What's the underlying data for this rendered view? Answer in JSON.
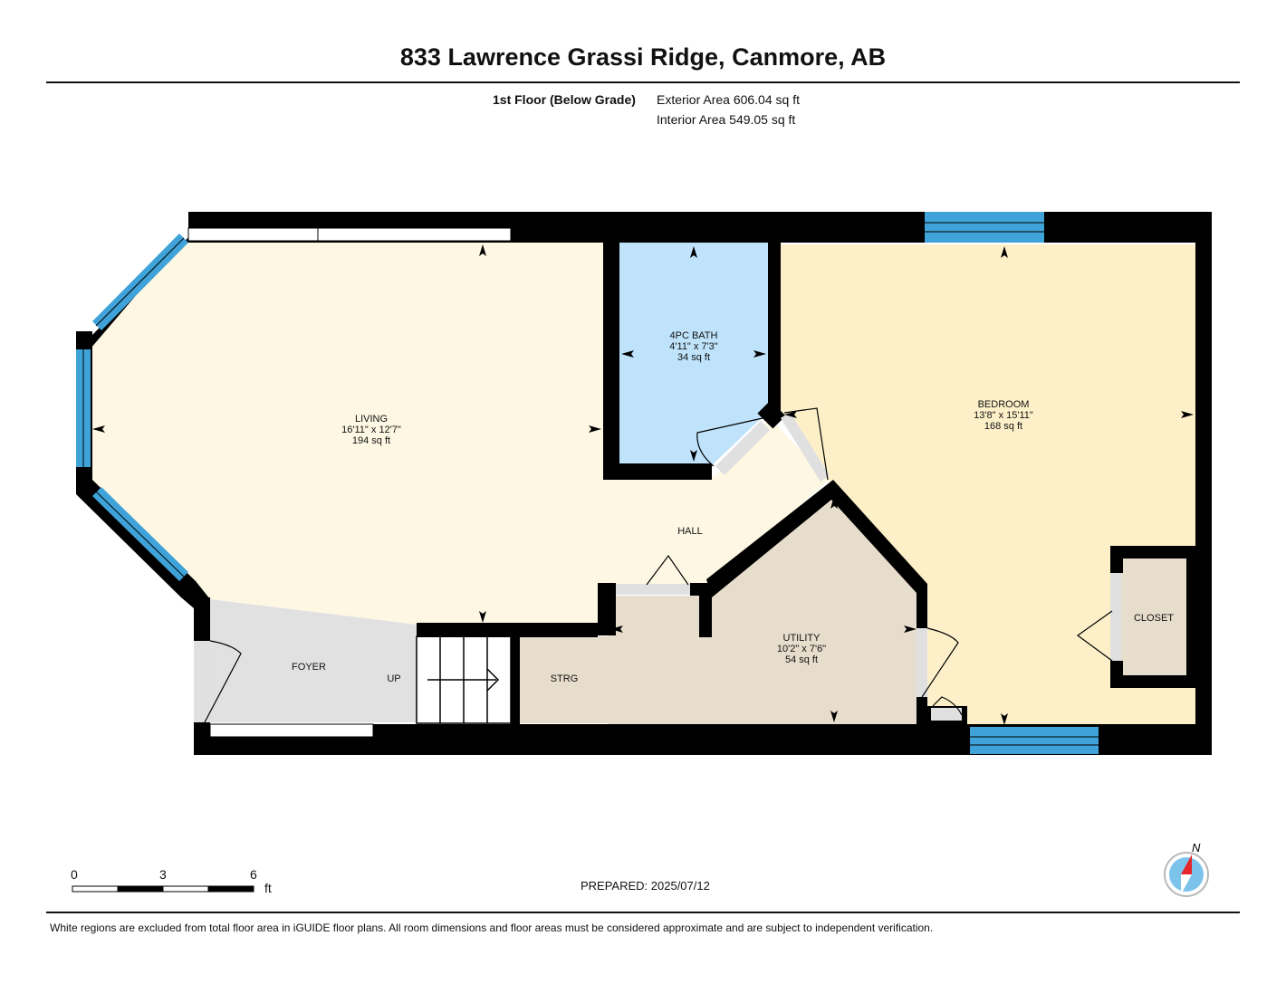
{
  "header": {
    "title": "833 Lawrence Grassi Ridge, Canmore, AB",
    "floor_name": "1st Floor (Below Grade)",
    "exterior_area": "Exterior Area 606.04 sq ft",
    "interior_area": "Interior Area 549.05 sq ft"
  },
  "rooms": {
    "living": {
      "name": "LIVING",
      "dims": "16'11\" x 12'7\"",
      "area": "194 sq ft"
    },
    "bath": {
      "name": "4PC BATH",
      "dims": "4'11\" x 7'3\"",
      "area": "34 sq ft"
    },
    "bedroom": {
      "name": "BEDROOM",
      "dims": "13'8\" x 15'11\"",
      "area": "168 sq ft"
    },
    "hall": {
      "name": "HALL"
    },
    "foyer": {
      "name": "FOYER"
    },
    "up": {
      "name": "UP"
    },
    "strg": {
      "name": "STRG"
    },
    "utility": {
      "name": "UTILITY",
      "dims": "10'2\" x 7'6\"",
      "area": "54 sq ft"
    },
    "closet": {
      "name": "CLOSET"
    }
  },
  "colors": {
    "living": "#fdf7e3",
    "bath": "#bfe3fb",
    "bedroom": "#fdf0c9",
    "foyer": "#e1e1e1",
    "utility": "#e7ddcc",
    "wall": "#000000",
    "window": "#3fa3d9",
    "compass_needle": "#e5262b",
    "compass_body": "#7cc3ec"
  },
  "scale": {
    "marks": [
      "0",
      "3",
      "6"
    ],
    "unit": "ft"
  },
  "compass": {
    "label": "N"
  },
  "footer": {
    "prepared": "PREPARED: 2025/07/12",
    "disclaimer": "White regions are excluded from total floor area in iGUIDE floor plans. All room dimensions and floor areas must be considered approximate and are subject to independent verification."
  }
}
